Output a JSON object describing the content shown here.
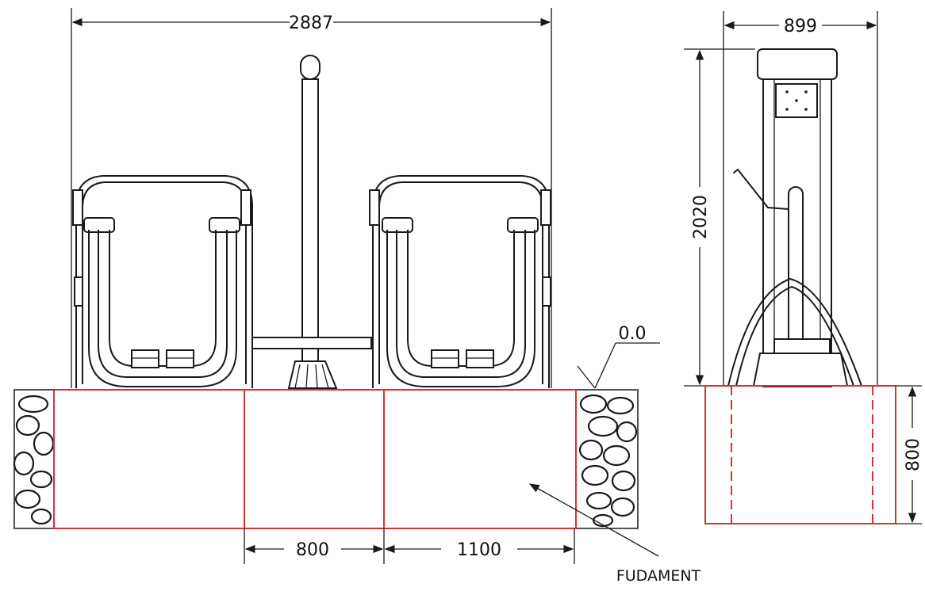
{
  "drawing": {
    "front_view": {
      "overall_width": "2887",
      "ground_level": "0.0",
      "segment_1": "800",
      "segment_2": "1100",
      "foundation_label": "FUDAMENT"
    },
    "side_view": {
      "depth": "899",
      "height": "2020",
      "foundation_depth": "800"
    },
    "colors": {
      "foundation_outline": "#d8342f",
      "line_work": "#1a1a1a"
    }
  }
}
